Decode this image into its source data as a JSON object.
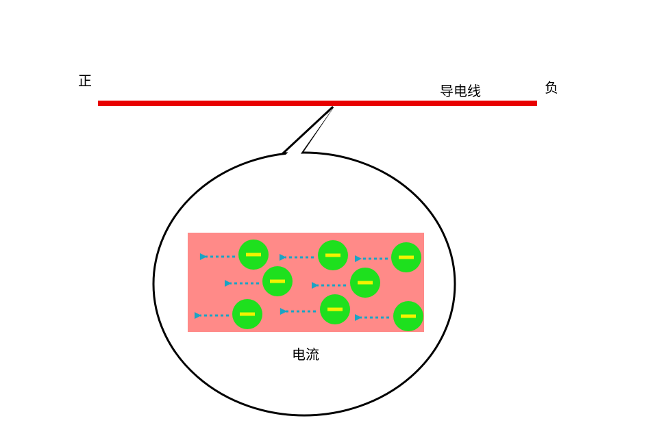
{
  "labels": {
    "positive": "正",
    "negative": "负",
    "wire": "导电线",
    "current": "电流"
  },
  "electron_sign": "−",
  "colors": {
    "wire": "#e80000",
    "conductor_fill": "#ff8a88",
    "electron": "#1ee01e",
    "electron_sign": "#f2f200",
    "arrow": "#1aa4c4",
    "outline": "#000000"
  }
}
